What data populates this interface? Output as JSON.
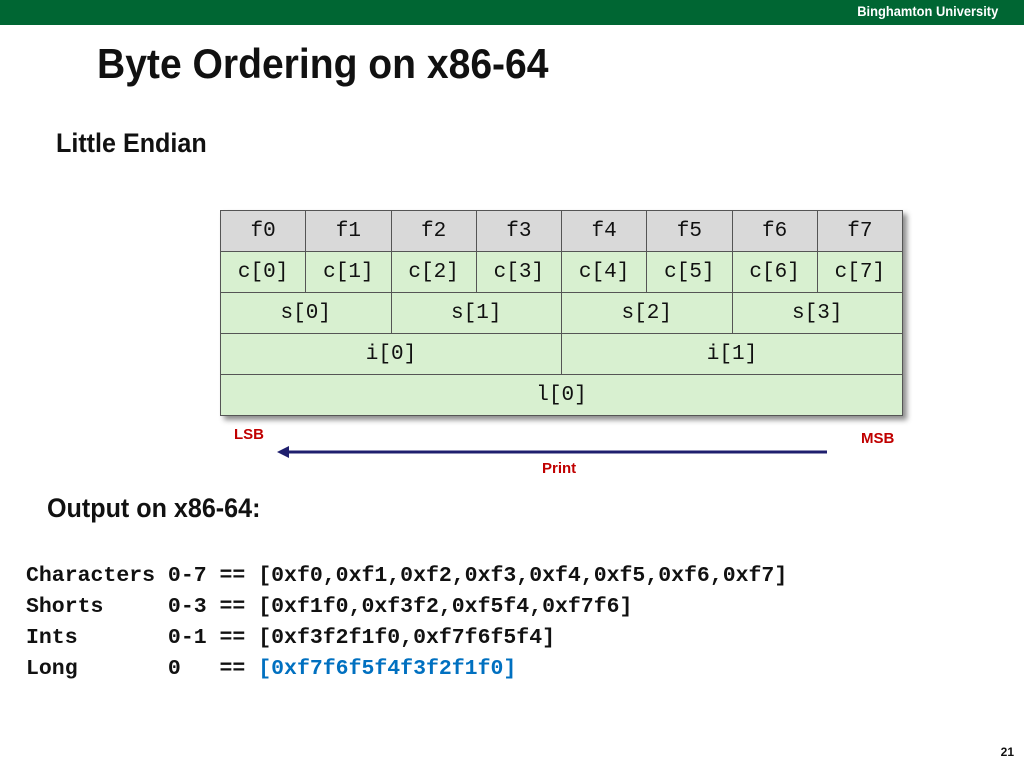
{
  "header": {
    "university": "Binghamton University"
  },
  "slide": {
    "title": "Byte Ordering on x86-64",
    "subtitle": "Little Endian",
    "page_number": "21"
  },
  "memory_layout": {
    "hex_row": [
      "f0",
      "f1",
      "f2",
      "f3",
      "f4",
      "f5",
      "f6",
      "f7"
    ],
    "char_row": [
      "c[0]",
      "c[1]",
      "c[2]",
      "c[3]",
      "c[4]",
      "c[5]",
      "c[6]",
      "c[7]"
    ],
    "short_row": [
      "s[0]",
      "s[1]",
      "s[2]",
      "s[3]"
    ],
    "int_row": [
      "i[0]",
      "i[1]"
    ],
    "long_row": [
      "l[0]"
    ]
  },
  "annotations": {
    "lsb": "LSB",
    "msb": "MSB",
    "print": "Print"
  },
  "output": {
    "heading": "Output on x86-64:",
    "lines": [
      {
        "prefix": "Characters 0-7 == ",
        "value": "[0xf0,0xf1,0xf2,0xf3,0xf4,0xf5,0xf6,0xf7]",
        "highlight": false
      },
      {
        "prefix": "Shorts     0-3 == ",
        "value": "[0xf1f0,0xf3f2,0xf5f4,0xf7f6]",
        "highlight": false
      },
      {
        "prefix": "Ints       0-1 == ",
        "value": "[0xf3f2f1f0,0xf7f6f5f4]",
        "highlight": false
      },
      {
        "prefix": "Long       0   == ",
        "value": "[0xf7f6f5f4f3f2f1f0]",
        "highlight": true
      }
    ]
  },
  "colors": {
    "header_bar": "#006633",
    "byte_cell": "#d9d9d9",
    "variable_cell": "#d8f0d0",
    "annotation_text": "#c00000",
    "arrow": "#1f1f6e",
    "highlight_value": "#0070c0"
  }
}
